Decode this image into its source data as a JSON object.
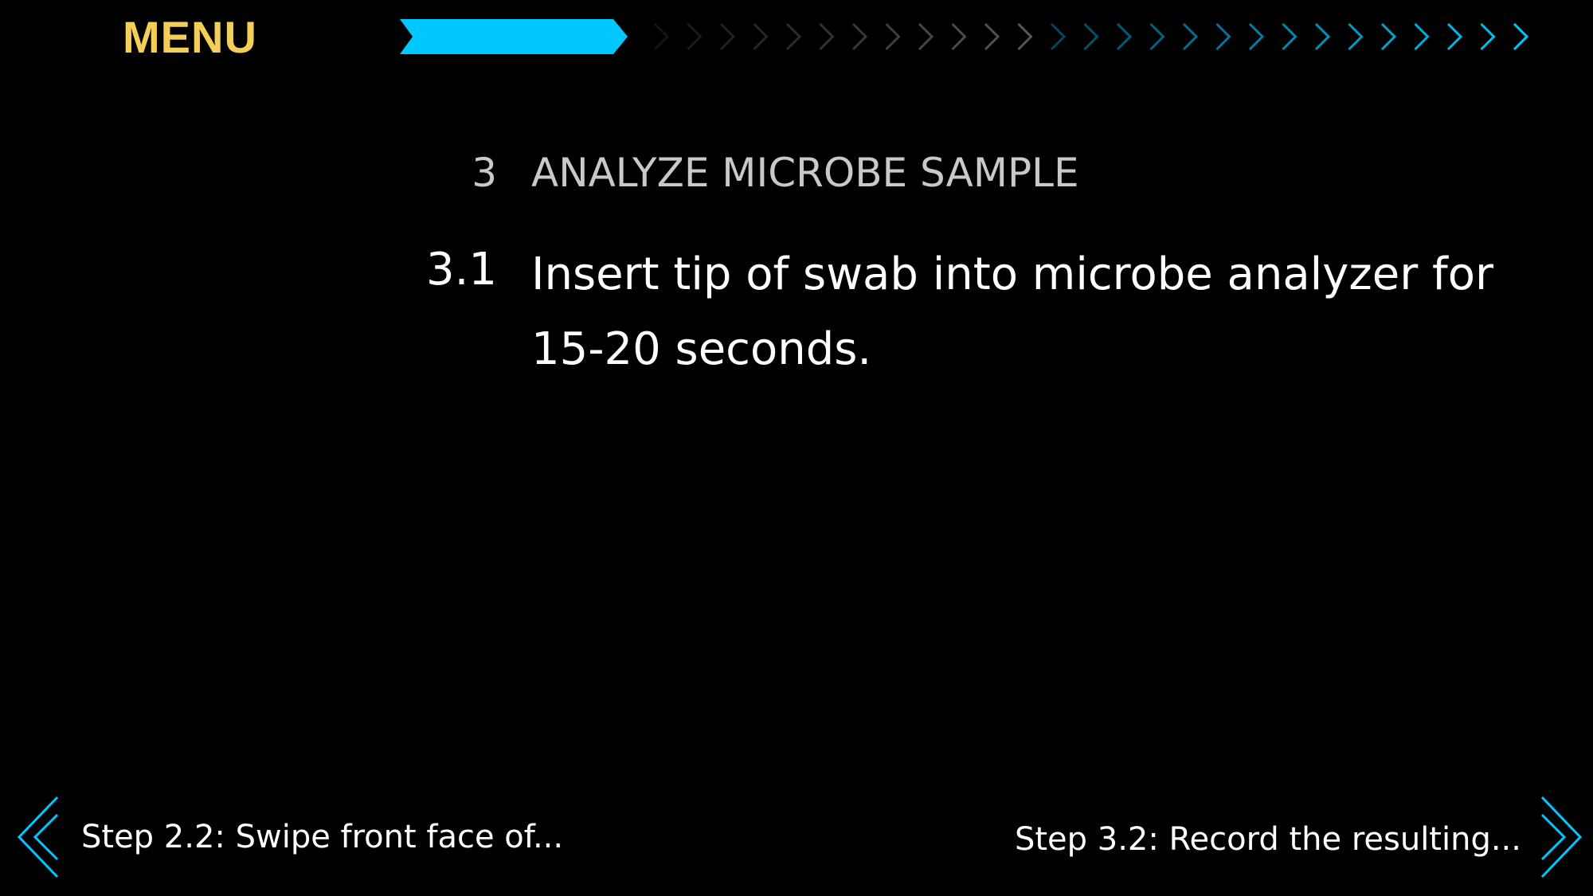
{
  "header": {
    "menu_label": "MENU",
    "colors": {
      "menu": "#f4cf57",
      "accent": "#00c8ff",
      "inactive_chevron": "#3a3a3a"
    },
    "progress": {
      "current_index": 0,
      "total_steps": 1,
      "fraction_complete": 0.15
    }
  },
  "section": {
    "number": "3",
    "title": "ANALYZE MICROBE SAMPLE"
  },
  "step": {
    "number": "3.1",
    "text": "Insert tip of swab into microbe analyzer for 15-20 seconds."
  },
  "footer": {
    "prev": {
      "label": "Step 2.2: Swipe front face of...",
      "icon": "double-chevron-left-icon"
    },
    "next": {
      "label": "Step 3.2: Record the resulting...",
      "icon": "double-chevron-right-icon"
    }
  }
}
